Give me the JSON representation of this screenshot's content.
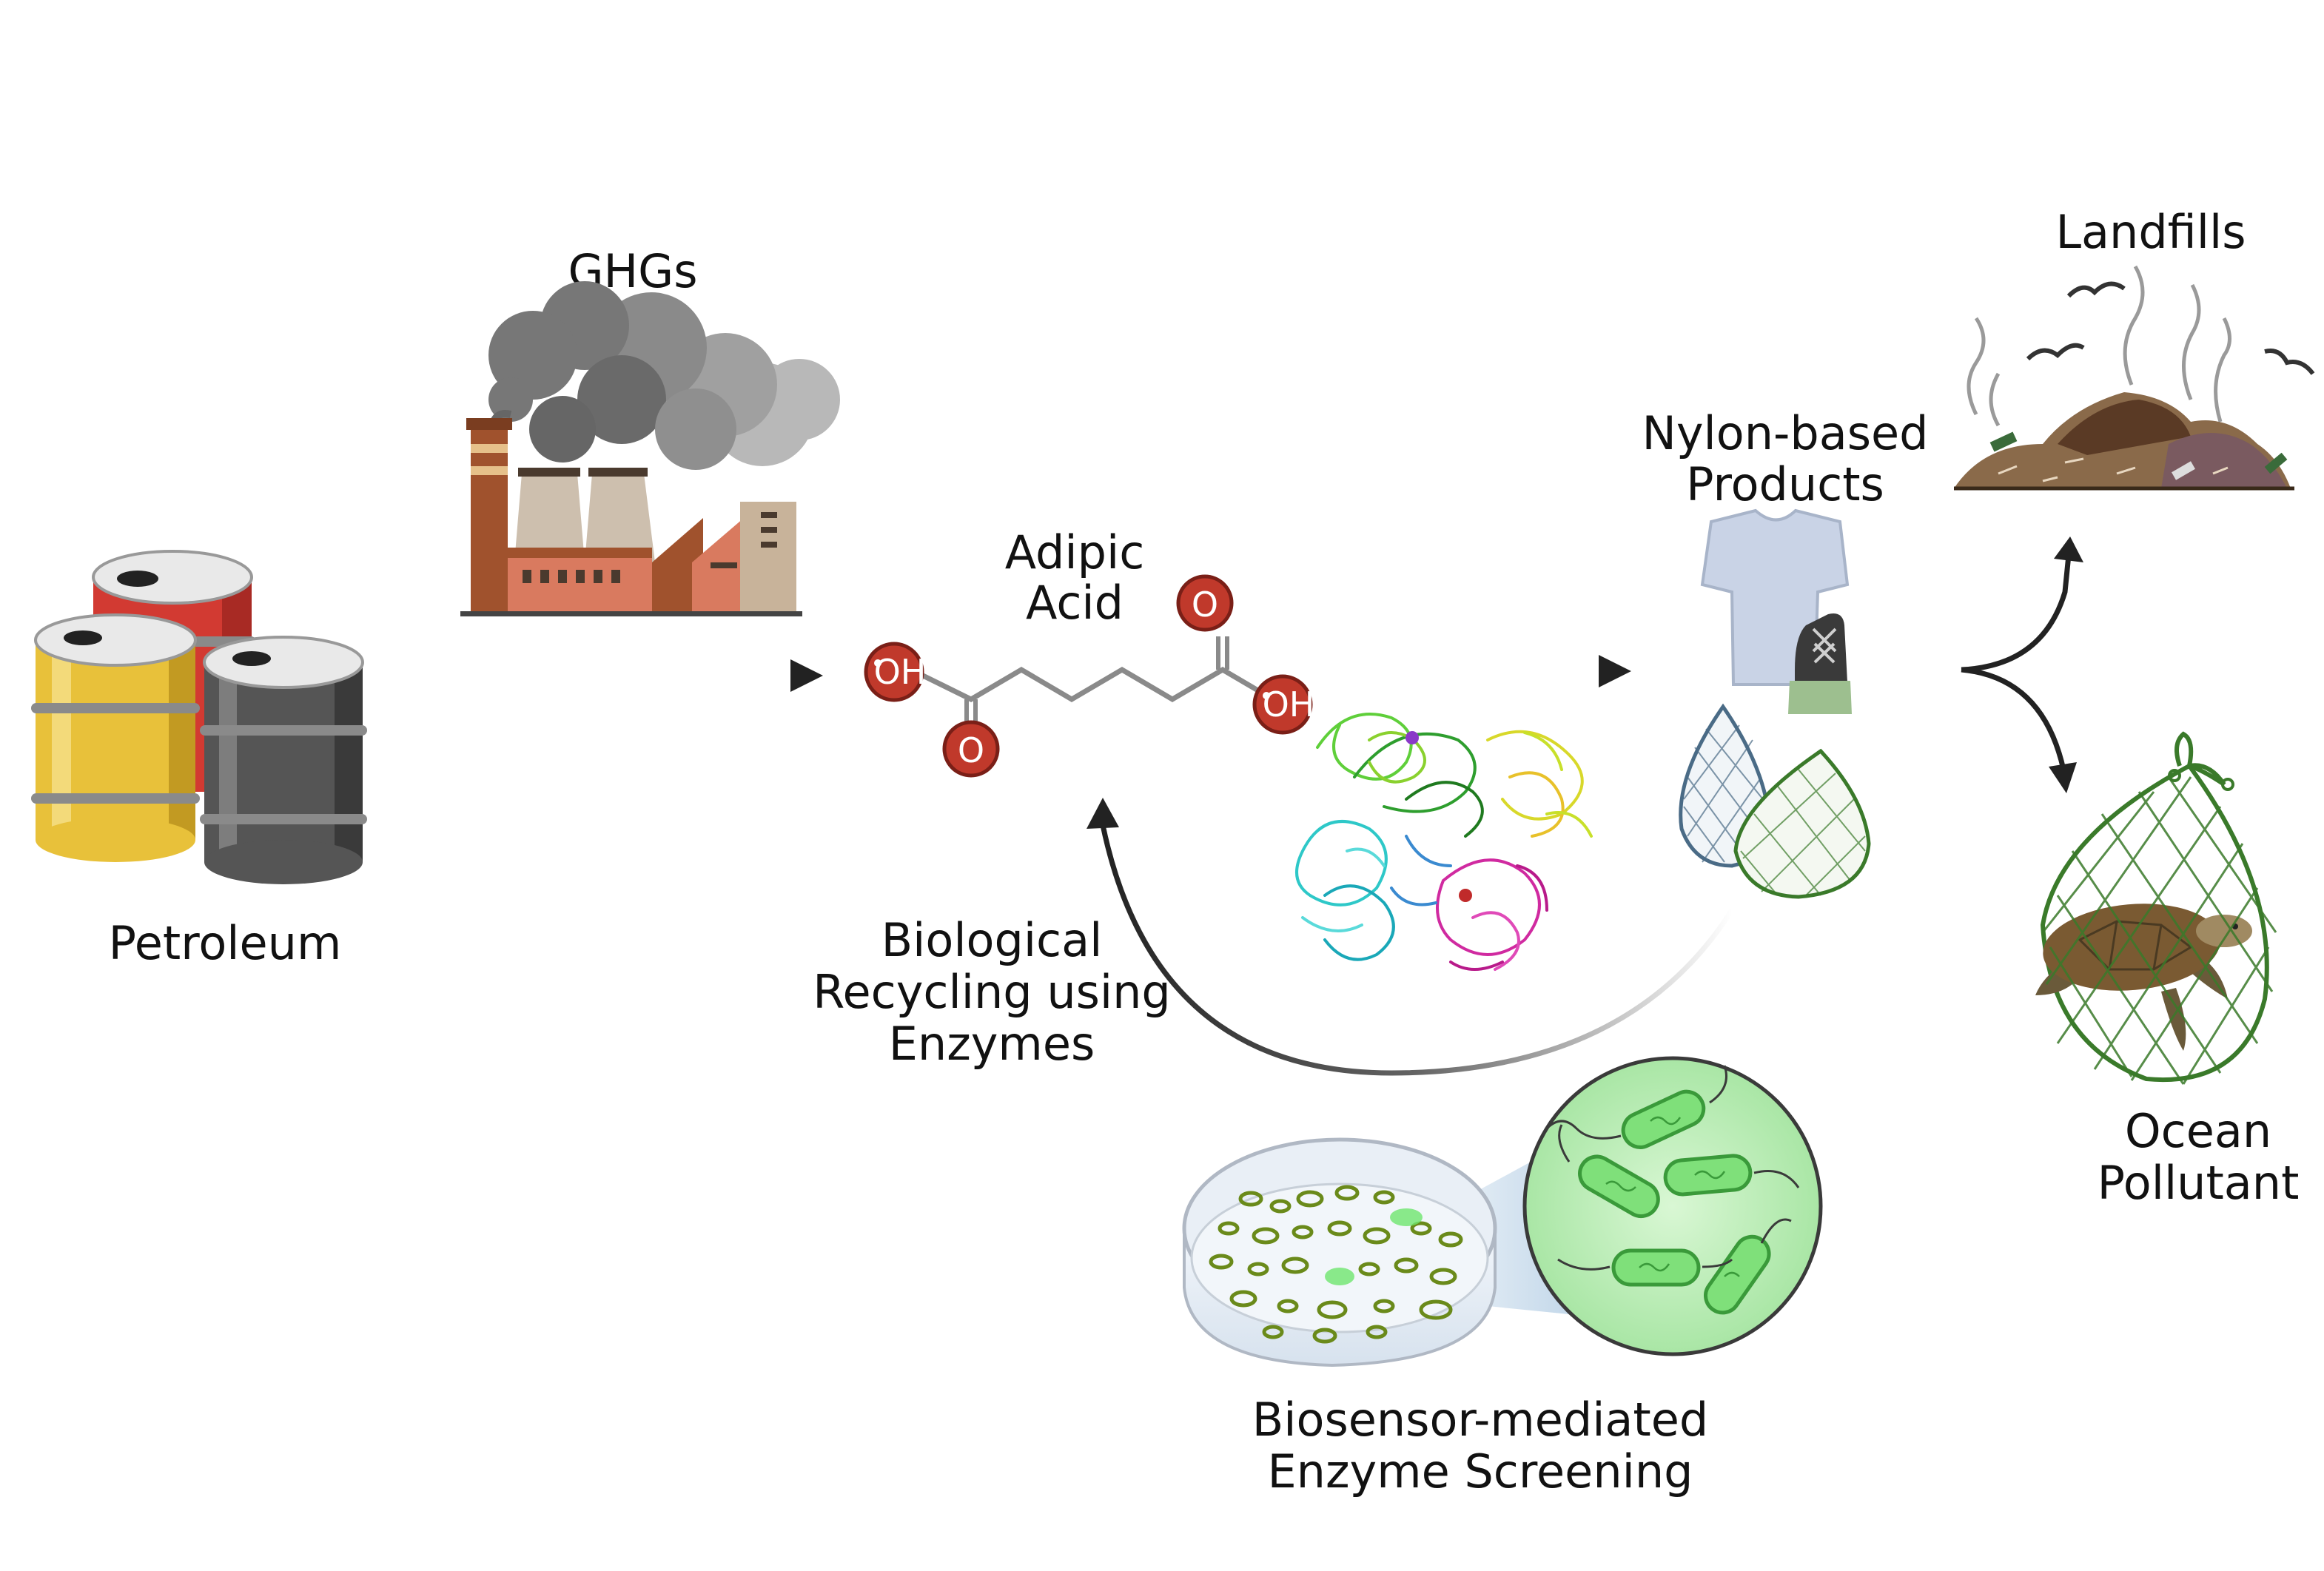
{
  "labels": {
    "petroleum": "Petroleum",
    "ghgs": "GHGs",
    "adipic_1": "Adipic",
    "adipic_2": "Acid",
    "nylon_1": "Nylon-based",
    "nylon_2": "Products",
    "landfills": "Landfills",
    "ocean_1": "Ocean",
    "ocean_2": "Pollutant",
    "bio_1": "Biological",
    "bio_2": "Recycling using",
    "bio_3": "Enzymes",
    "biosensor_1": "Biosensor-mediated",
    "biosensor_2": "Enzyme Screening"
  },
  "molecule": {
    "oxygen": "O",
    "hydroxyl": "OH"
  },
  "colors": {
    "barrel_red": "#d23a32",
    "barrel_yellow": "#e8c13a",
    "barrel_gray": "#555555",
    "factory_brown": "#a0522d",
    "smoke": "#7a7a7a",
    "oxygen_red": "#c0392b",
    "bacteria_green": "#5fd35f",
    "net_green": "#3a7a2a",
    "shirt": "#c9d3e6",
    "arrow": "#222222"
  }
}
